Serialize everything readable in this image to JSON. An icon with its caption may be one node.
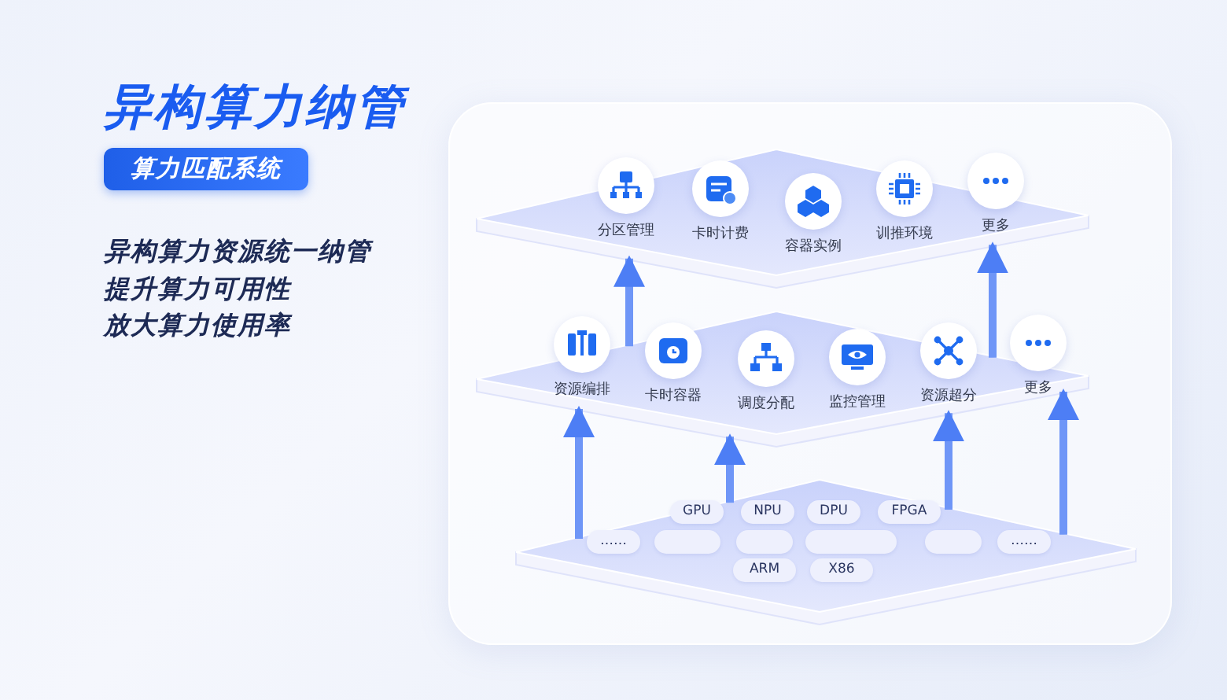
{
  "diagram": {
    "title": "异构算力纳管",
    "nodes": [
      {
        "text": [
          "算力匹配系统"
        ]
      },
      {
        "text": [],
        "shape": "box"
      },
      {
        "text": [
          "分区管理"
        ],
        "in": 1
      },
      {
        "text": [
          "卡时计费"
        ],
        "in": 1
      },
      {
        "text": [
          "容器实例"
        ],
        "in": 1
      },
      {
        "text": [
          "训推环境"
        ],
        "in": 1
      },
      {
        "text": [
          "更多"
        ],
        "in": 1
      },
      {
        "text": [],
        "shape": "box"
      },
      {
        "text": [
          "资源编排"
        ],
        "in": 7
      },
      {
        "text": [
          "卡时容器"
        ],
        "in": 7
      },
      {
        "text": [
          "调度分配"
        ],
        "in": 7
      },
      {
        "text": [
          "监控管理"
        ],
        "in": 7
      },
      {
        "text": [
          "资源超分"
        ],
        "in": 7
      },
      {
        "text": [
          "更多"
        ],
        "in": 7
      },
      {
        "text": [],
        "shape": "box"
      },
      {
        "text": [
          "GPU"
        ],
        "in": 14
      },
      {
        "text": [
          "NPU"
        ],
        "in": 14
      },
      {
        "text": [
          "DPU"
        ],
        "in": 14
      },
      {
        "text": [
          "FPGA"
        ],
        "in": 14
      },
      {
        "text": [
          "……"
        ],
        "in": 14
      },
      {
        "text": [],
        "shape": "box",
        "in": 14
      },
      {
        "text": [],
        "shape": "box",
        "in": 14
      },
      {
        "text": [],
        "shape": "box",
        "in": 14
      },
      {
        "text": [],
        "shape": "box",
        "in": 14
      },
      {
        "text": [
          "……"
        ],
        "in": 14
      },
      {
        "text": [
          "ARM"
        ],
        "in": 14
      },
      {
        "text": [
          "X86"
        ],
        "in": 14
      }
    ],
    "edges": [
      {
        "from": 14,
        "to": 7,
        "arrow": "to"
      },
      {
        "from": 14,
        "to": 7,
        "arrow": "to"
      },
      {
        "from": 14,
        "to": 7,
        "arrow": "to"
      },
      {
        "from": 14,
        "to": 7,
        "arrow": "to"
      },
      {
        "from": 7,
        "to": 1,
        "arrow": "to"
      },
      {
        "from": 7,
        "to": 1,
        "arrow": "to"
      }
    ],
    "labels": [
      "异构算力资源统一纳管",
      "提升算力可用性",
      "放大算力使用率"
    ]
  }
}
